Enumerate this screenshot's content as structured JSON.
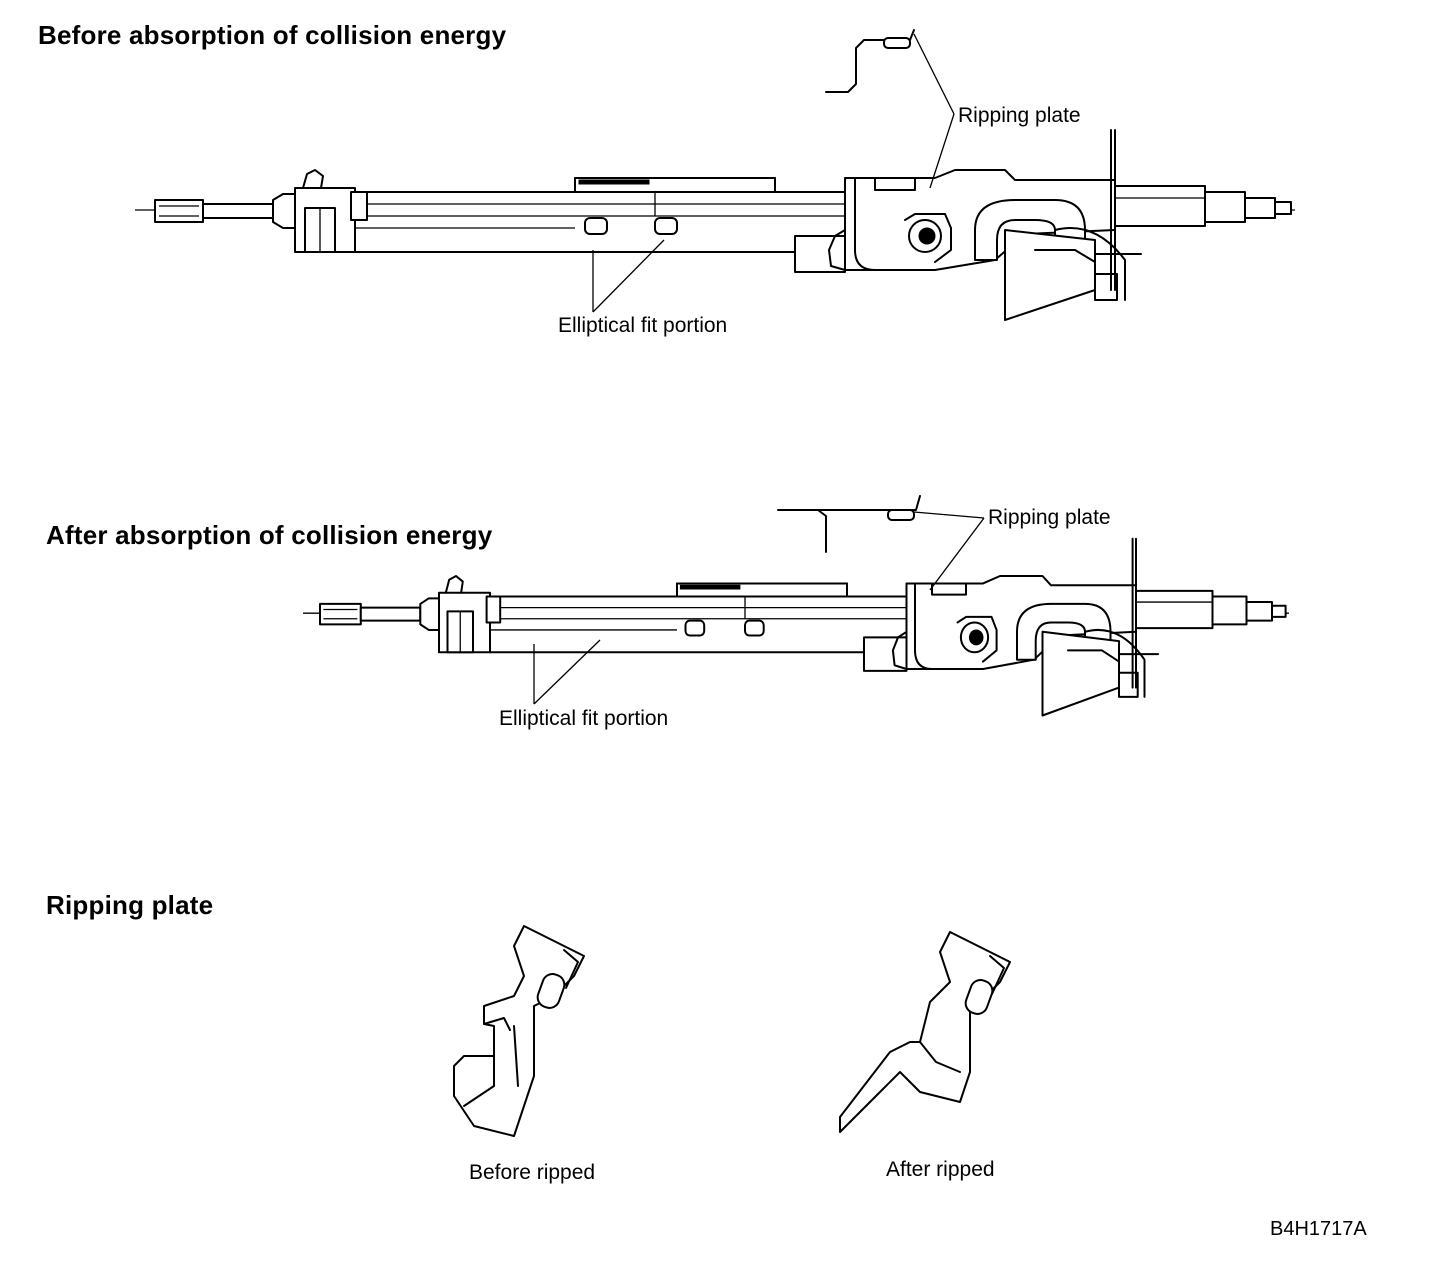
{
  "titles": {
    "before": "Before absorption of collision energy",
    "after": "After absorption of collision energy",
    "ripping_plate": "Ripping plate"
  },
  "callouts": {
    "before_ripping_plate": "Ripping plate",
    "before_elliptical": "Elliptical fit portion",
    "after_ripping_plate": "Ripping plate",
    "after_elliptical": "Elliptical fit portion"
  },
  "captions": {
    "before_ripped": "Before ripped",
    "after_ripped": "After ripped"
  },
  "figure_code": "B4H1717A"
}
